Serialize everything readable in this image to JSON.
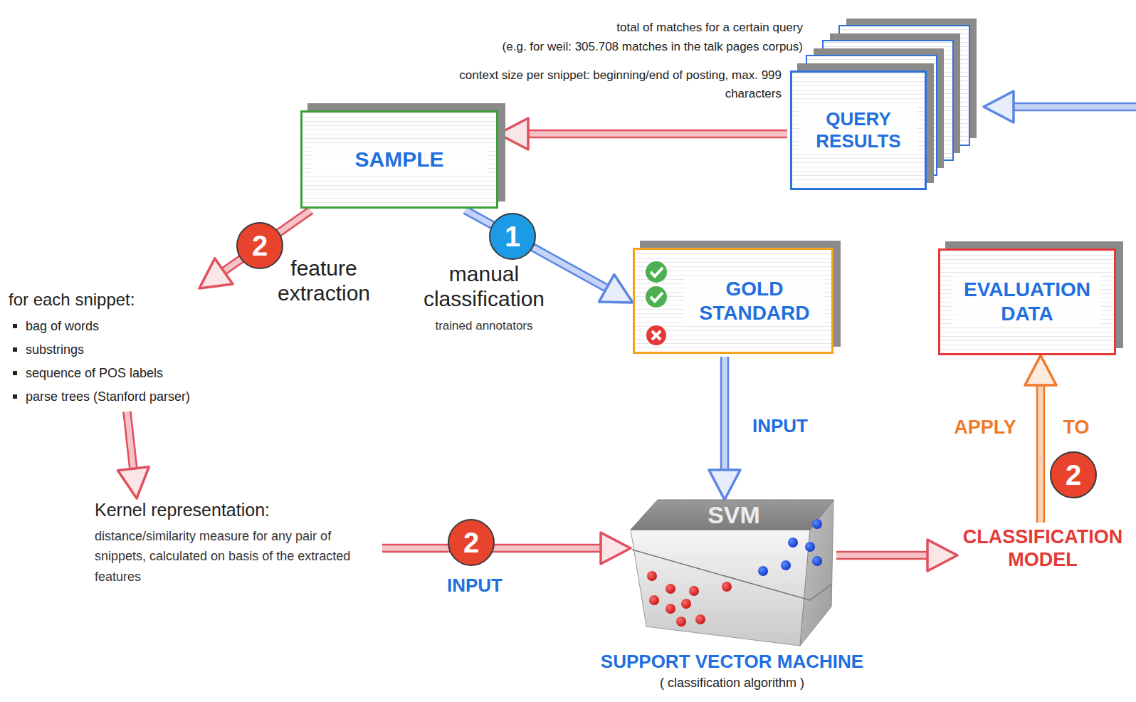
{
  "diagram": {
    "nodes": [
      {
        "text": [
          "QUERY RESULTS"
        ]
      },
      {
        "text": [
          "SAMPLE"
        ]
      },
      {
        "text": [
          "GOLD STANDARD"
        ]
      },
      {
        "text": [
          "EVALUATION DATA"
        ]
      },
      {
        "text": [
          "for each snippet:",
          "bag of words",
          "substrings",
          "sequence of POS labels",
          "parse trees (Stanford parser)"
        ]
      },
      {
        "text": [
          "Kernel representation:",
          "distance/similarity measure for any pair of snippets, calculated on basis of the extracted features"
        ]
      },
      {
        "text": [
          "SVM",
          "SUPPORT VECTOR MACHINE",
          "( classification algorithm )"
        ]
      },
      {
        "text": [
          "CLASSIFICATION MODEL"
        ]
      }
    ],
    "edges": [
      {
        "from": 0,
        "to": 1,
        "arrow": "to"
      },
      {
        "from": 1,
        "to": 2,
        "arrow": "to",
        "label": "manual classification"
      },
      {
        "from": 1,
        "to": 4,
        "arrow": "to",
        "label": "feature extraction"
      },
      {
        "from": 4,
        "to": 5,
        "arrow": "to"
      },
      {
        "from": 5,
        "to": 6,
        "arrow": "to",
        "label": "INPUT"
      },
      {
        "from": 2,
        "to": 6,
        "arrow": "to",
        "label": "INPUT"
      },
      {
        "from": 6,
        "to": 7,
        "arrow": "to"
      },
      {
        "from": 7,
        "to": 3,
        "arrow": "to"
      }
    ],
    "labels": [
      "total of matches for a certain query",
      "(e.g. for weil: 305.708 matches in the talk pages corpus)",
      "context size per snippet: beginning/end of posting, max. 999 characters",
      "2",
      "1",
      "trained annotators",
      "2",
      "APPLY",
      "TO",
      "2"
    ]
  }
}
